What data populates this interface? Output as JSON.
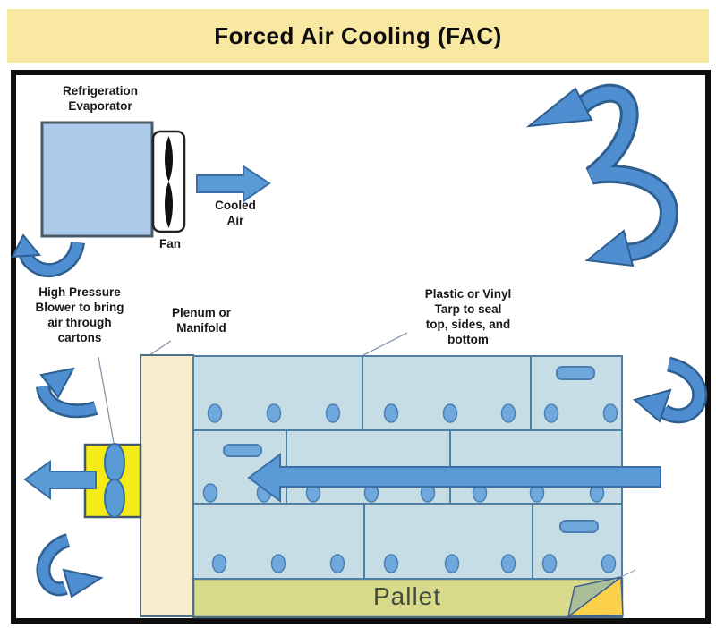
{
  "title": "Forced Air Cooling (FAC)",
  "labels": {
    "refrigeration_evaporator": "Refrigeration\nEvaporator",
    "fan": "Fan",
    "cooled_air": "Cooled\nAir",
    "high_pressure_blower": "High Pressure\nBlower to bring\nair through\ncartons",
    "plenum": "Plenum or\nManifold",
    "tarp": "Plastic or Vinyl\nTarp to seal\ntop, sides, and\nbottom",
    "pallet": "Pallet"
  },
  "colors": {
    "title_bg": "#F8E8A2",
    "frame_border": "#0d0d0d",
    "arrow_fill": "#4E8ED1",
    "arrow_outline": "#2F5F8F",
    "block_arrow_fill": "#5B9BD5",
    "block_arrow_outline": "#3A6EA5",
    "carton_fill": "#C6DDE5",
    "carton_outline": "#4F7FA2",
    "vent_fill": "#6FA8DC",
    "evaporator_fill": "#ACCBEA",
    "plenum_fill": "#F7ECCC",
    "blower_fill": "#F5EB16",
    "pallet_fill": "#D9D98C",
    "tarp_corner_fill": "#FBD04A",
    "tarp_flap_fill": "#ABBE9A",
    "fan_blade": "#111111"
  }
}
